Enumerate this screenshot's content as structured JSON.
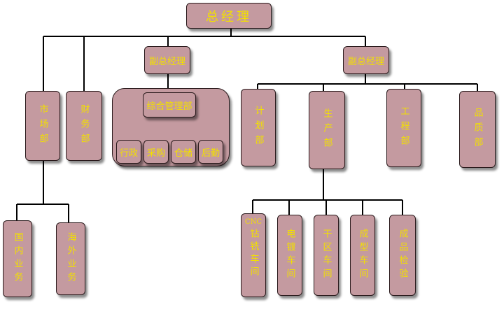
{
  "org": {
    "ceo": "总经理",
    "vp_left": "副总经理",
    "vp_right": "副总经理",
    "market": "市场部",
    "finance": "财务部",
    "admin_group": {
      "title": "综合管理部",
      "units": [
        "行政",
        "采购",
        "仓储",
        "后勤"
      ]
    },
    "domestic": "国内业务",
    "overseas": "海外业务",
    "planning": "计划部",
    "production": "生产部",
    "engineering": "工程部",
    "quality": "品质部",
    "workshops": {
      "cnc_latin": "CNC",
      "cnc_cjk": "钻铣车间",
      "plating": "电镀车间",
      "dry": "干区车间",
      "forming": "成型车间",
      "inspection": "成品检验"
    }
  },
  "colors": {
    "box_fill": "#c49aa0",
    "text": "#f2e000",
    "line": "#000000"
  }
}
